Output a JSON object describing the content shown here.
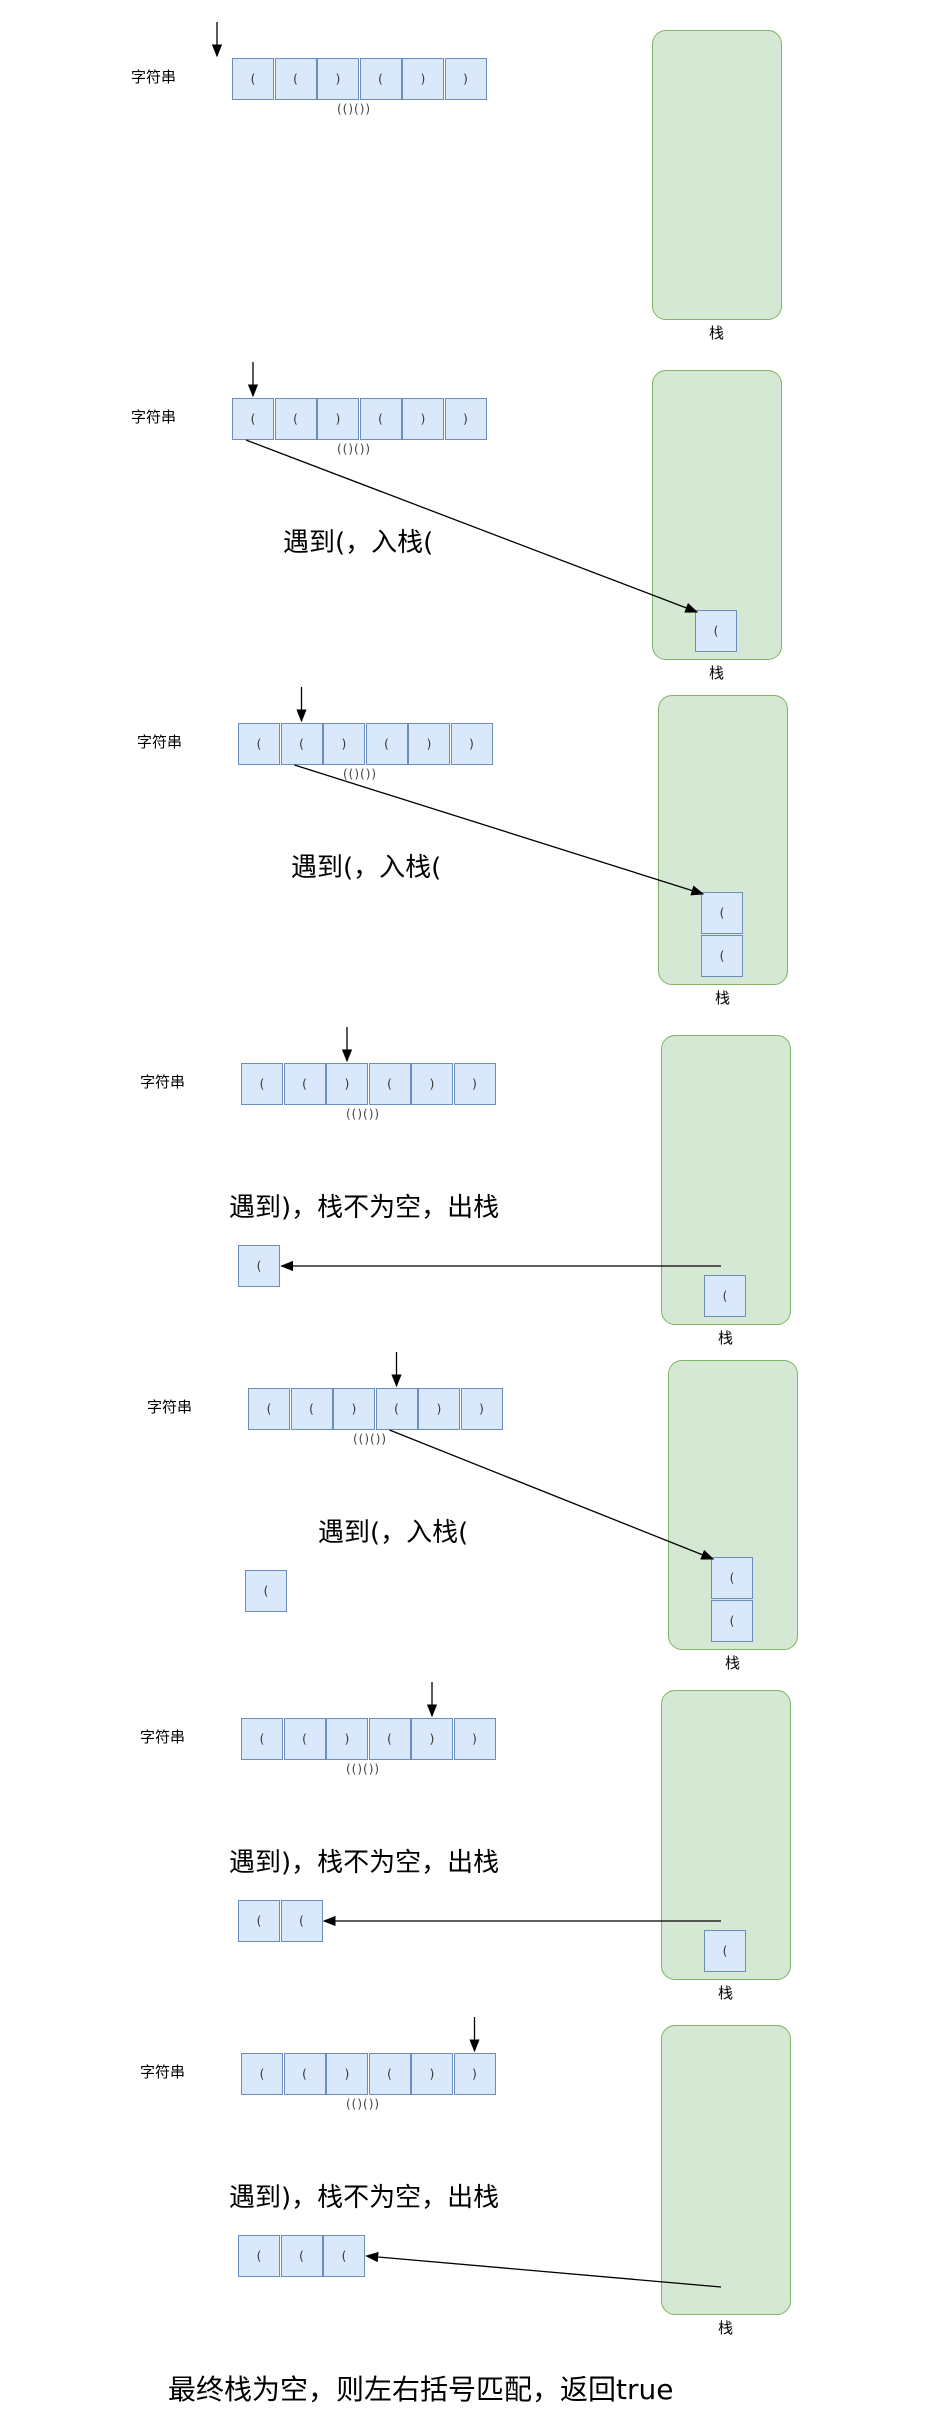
{
  "string_label": "字符串",
  "stack_label": "栈",
  "caption": "(()())",
  "cells": [
    "(",
    "(",
    ")",
    "(",
    ")",
    ")"
  ],
  "steps": [
    {
      "pointer_index": 0,
      "action": "",
      "popped": [],
      "stack": []
    },
    {
      "pointer_index": 0,
      "action": "遇到(，入栈(",
      "popped": [],
      "stack": [
        "("
      ]
    },
    {
      "pointer_index": 1,
      "action": "遇到(，入栈(",
      "popped": [],
      "stack": [
        "(",
        "("
      ]
    },
    {
      "pointer_index": 2,
      "action": "遇到)，栈不为空，出栈",
      "popped": [
        "("
      ],
      "stack": [
        "("
      ]
    },
    {
      "pointer_index": 3,
      "action": "遇到(，入栈(",
      "popped": [
        "("
      ],
      "stack": [
        "(",
        "("
      ]
    },
    {
      "pointer_index": 4,
      "action": "遇到)，栈不为空，出栈",
      "popped": [
        "(",
        "("
      ],
      "stack": [
        "("
      ]
    },
    {
      "pointer_index": 5,
      "action": "遇到)，栈不为空，出栈",
      "popped": [
        "(",
        "(",
        "("
      ],
      "stack": []
    }
  ],
  "conclusion": "最终栈为空，则左右括号匹配，返回true"
}
